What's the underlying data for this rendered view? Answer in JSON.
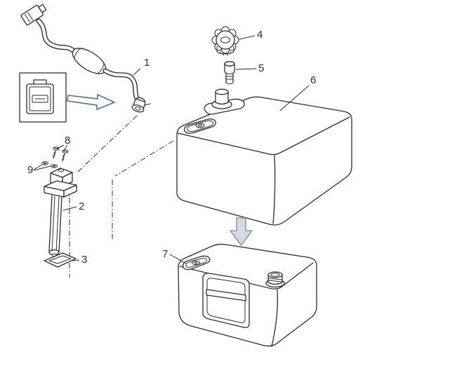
{
  "diagram": {
    "labels": [
      "1",
      "2",
      "3",
      "4",
      "5",
      "6",
      "7",
      "8",
      "9"
    ],
    "colors": {
      "line_color": "#2e2e2e",
      "accent_arrow_color": "#4a6da7",
      "flow_arrow_fill": "#d4dae1",
      "flow_arrow_stroke": "#8d95a1",
      "background_color": "#ffffff"
    }
  }
}
